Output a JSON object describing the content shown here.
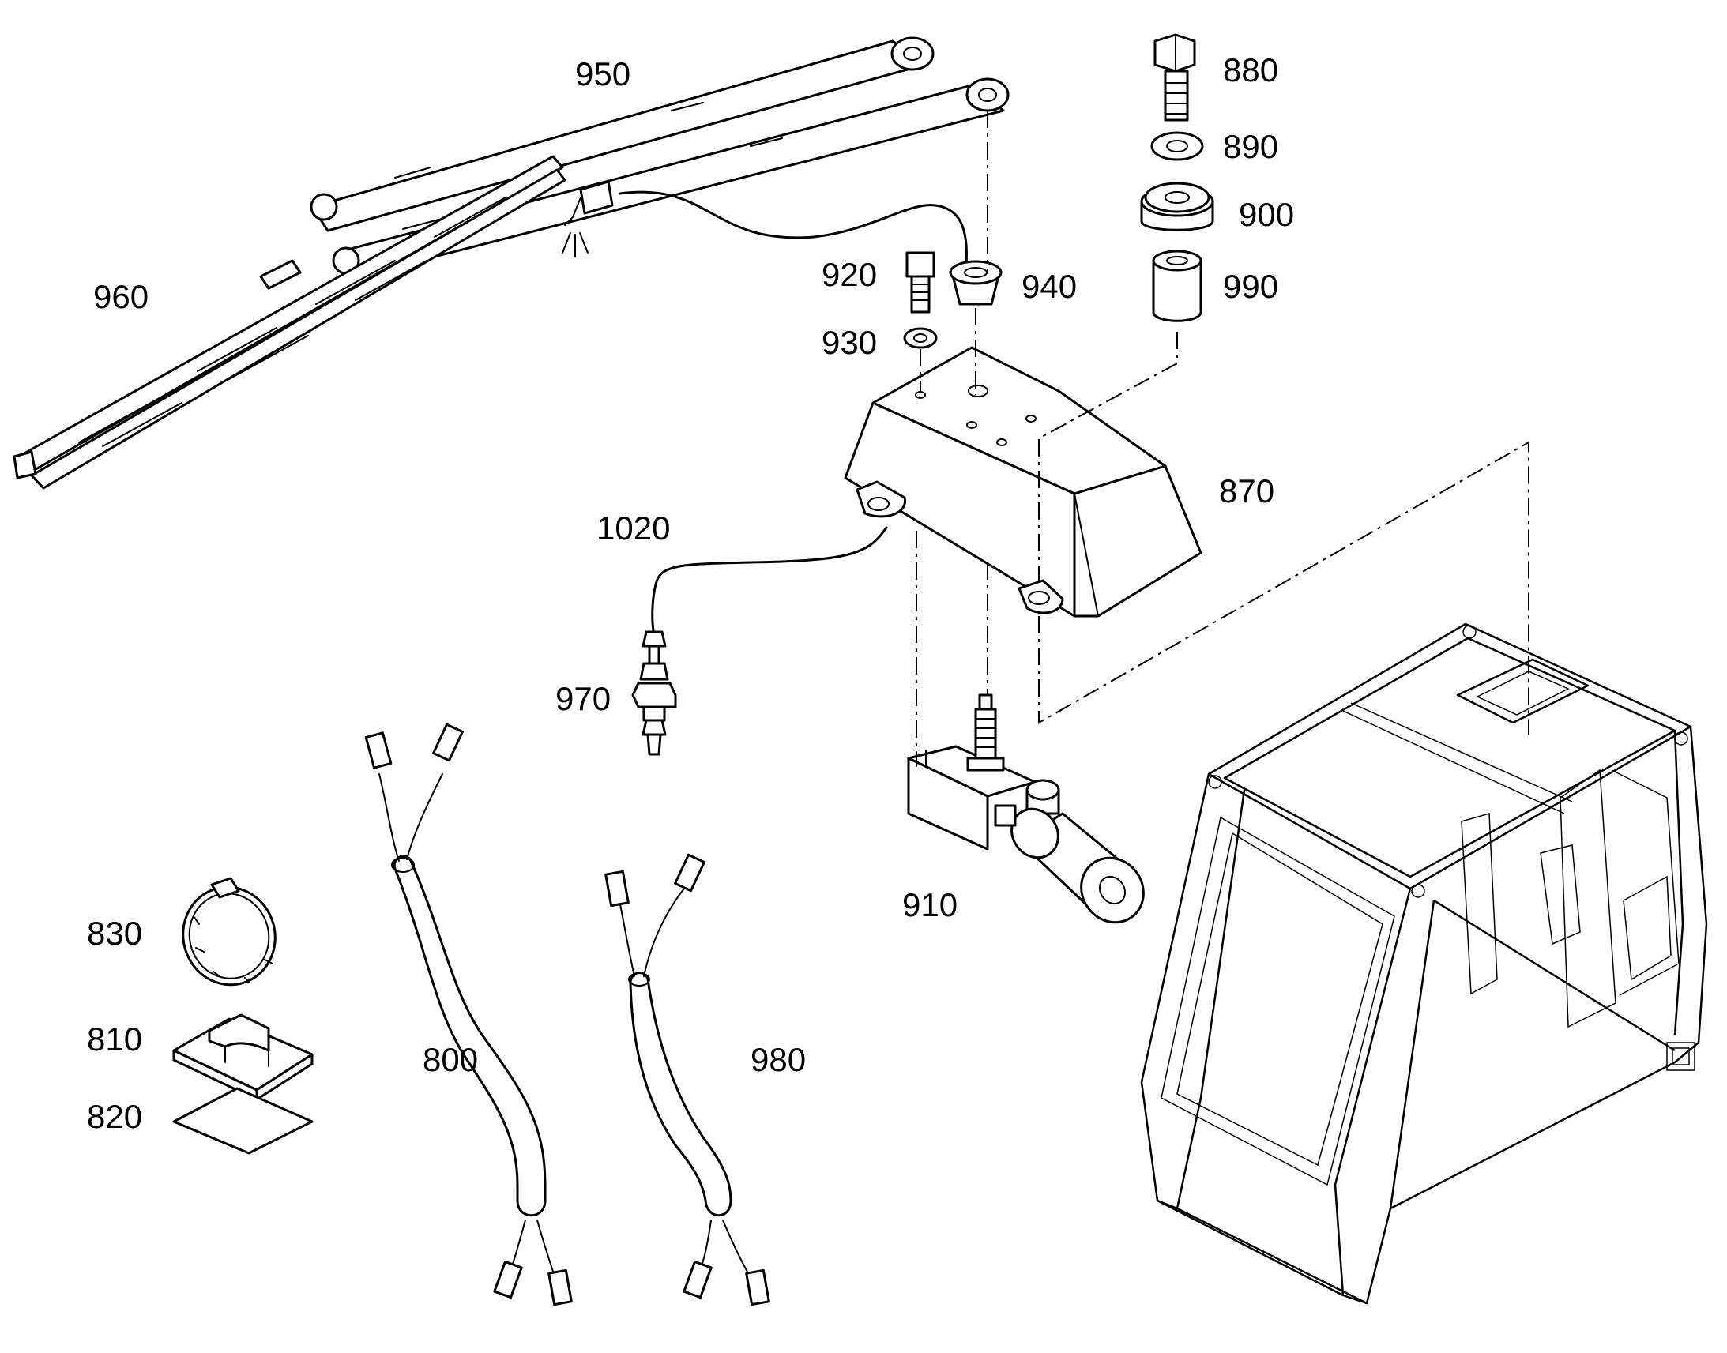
{
  "labels": {
    "p800": "800",
    "p810": "810",
    "p820": "820",
    "p830": "830",
    "p870": "870",
    "p880": "880",
    "p890": "890",
    "p900": "900",
    "p910": "910",
    "p920": "920",
    "p930": "930",
    "p940": "940",
    "p950": "950",
    "p960": "960",
    "p970": "970",
    "p980": "980",
    "p990": "990",
    "p1020": "1020"
  }
}
